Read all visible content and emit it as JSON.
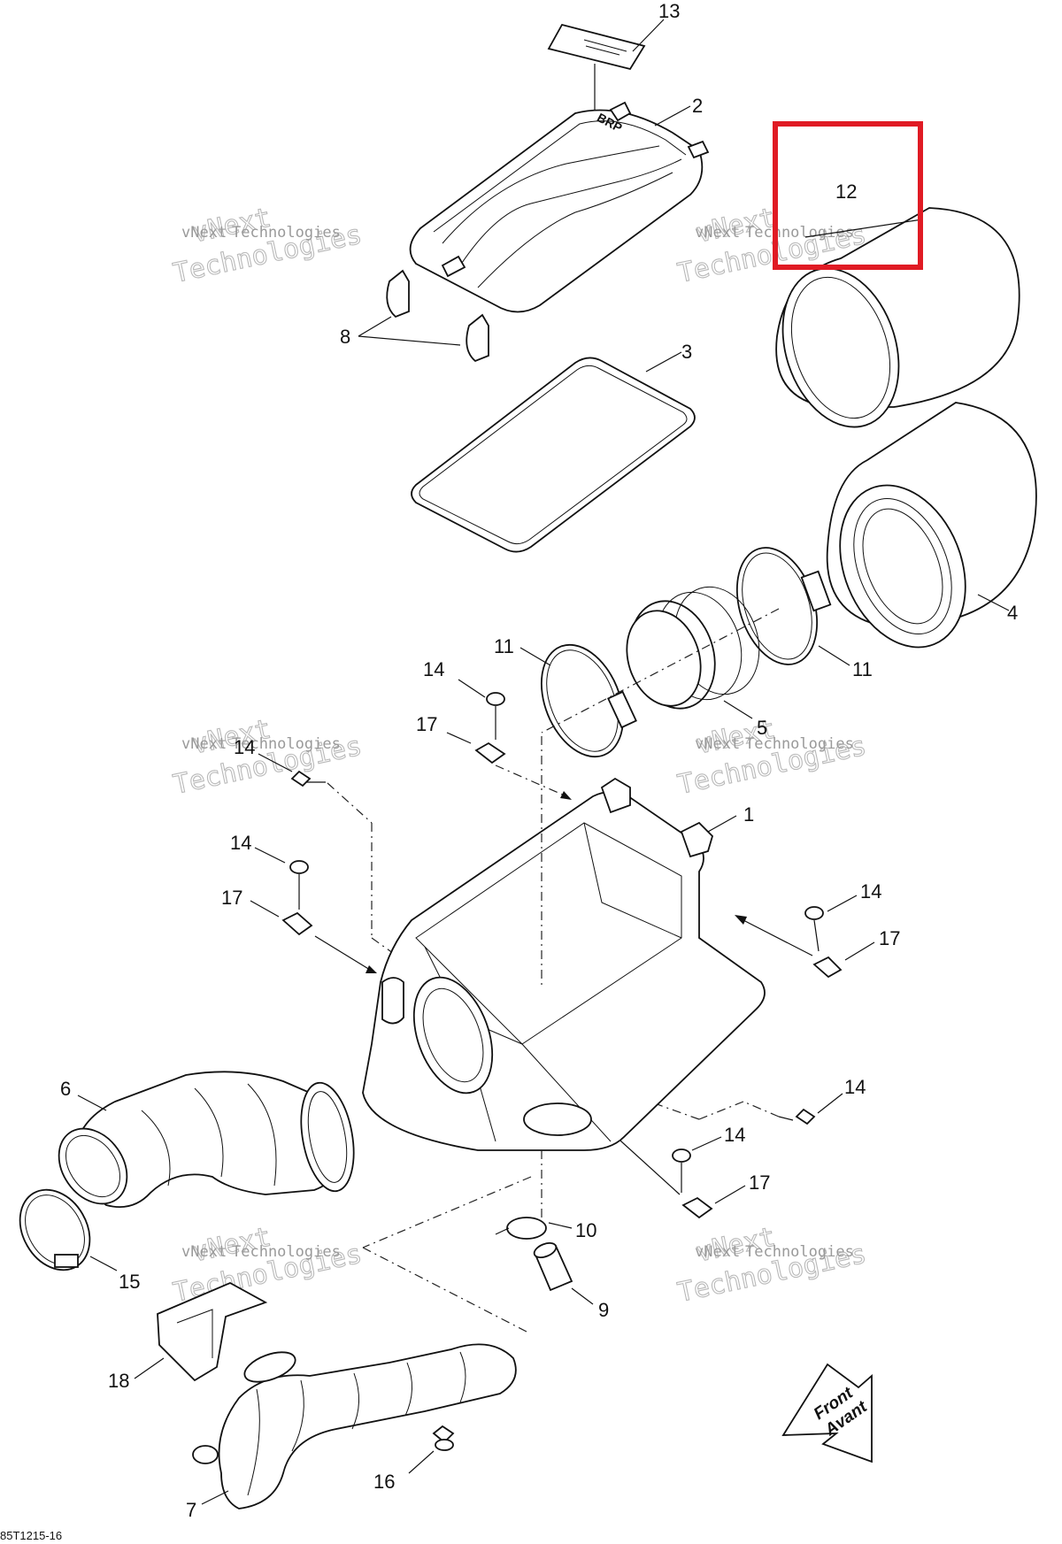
{
  "diagram": {
    "callouts": [
      {
        "id": "c13",
        "text": "13"
      },
      {
        "id": "c2",
        "text": "2"
      },
      {
        "id": "c12",
        "text": "12"
      },
      {
        "id": "c8",
        "text": "8"
      },
      {
        "id": "c3",
        "text": "3"
      },
      {
        "id": "c4",
        "text": "4"
      },
      {
        "id": "c11a",
        "text": "11"
      },
      {
        "id": "c11b",
        "text": "11"
      },
      {
        "id": "c14a",
        "text": "14"
      },
      {
        "id": "c17a",
        "text": "17"
      },
      {
        "id": "c5",
        "text": "5"
      },
      {
        "id": "c14b",
        "text": "14"
      },
      {
        "id": "c1",
        "text": "1"
      },
      {
        "id": "c14c",
        "text": "14"
      },
      {
        "id": "c17b",
        "text": "17"
      },
      {
        "id": "c14d",
        "text": "14"
      },
      {
        "id": "c17c",
        "text": "17"
      },
      {
        "id": "c6",
        "text": "6"
      },
      {
        "id": "c14e",
        "text": "14"
      },
      {
        "id": "c14f",
        "text": "14"
      },
      {
        "id": "c17d",
        "text": "17"
      },
      {
        "id": "c10",
        "text": "10"
      },
      {
        "id": "c15",
        "text": "15"
      },
      {
        "id": "c9",
        "text": "9"
      },
      {
        "id": "c18",
        "text": "18"
      },
      {
        "id": "c16",
        "text": "16"
      },
      {
        "id": "c7",
        "text": "7"
      }
    ],
    "watermark": {
      "line1": "vNext",
      "line2": "Technologies"
    },
    "front_arrow": {
      "line1": "Front",
      "line2": "Avant"
    },
    "reference_code": "85T1215-16",
    "highlight_color": "#e01b24",
    "highlighted_callout": "12"
  }
}
